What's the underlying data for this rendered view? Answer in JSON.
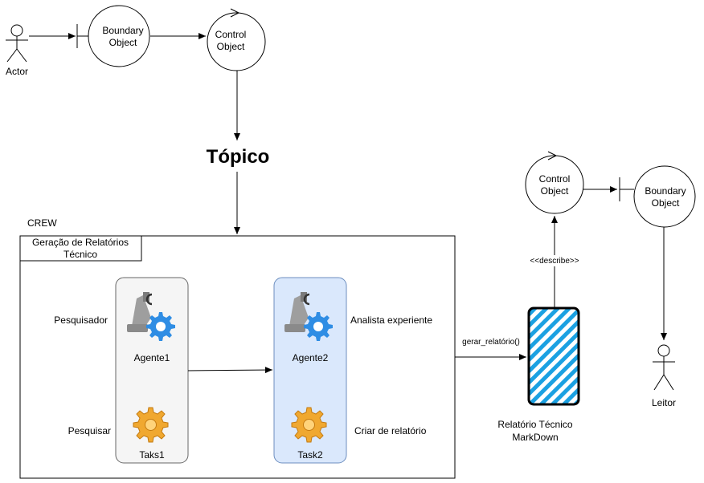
{
  "actor_label": "Actor",
  "boundary_top": {
    "line1": "Boundary",
    "line2": "Object"
  },
  "control_top": {
    "line1": "Control",
    "line2": "Object"
  },
  "topic_label": "Tópico",
  "crew_label": "CREW",
  "crew_title": {
    "line1": "Geração de Relatórios",
    "line2": "Técnico"
  },
  "agents": [
    {
      "name": "Agente1",
      "role": "Pesquisador",
      "task_name": "Taks1",
      "task_action": "Pesquisar"
    },
    {
      "name": "Agente2",
      "role": "Analista experiente",
      "task_name": "Task2",
      "task_action": "Criar de relatório"
    }
  ],
  "edge_label_gerar": "gerar_relatório()",
  "report_label": {
    "line1": "Relatório Técnico",
    "line2": "MarkDown"
  },
  "edge_label_describe": "<<describe>>",
  "control_right": {
    "line1": "Control",
    "line2": "Object"
  },
  "boundary_right": {
    "line1": "Boundary",
    "line2": "Object"
  },
  "reader_label": "Leitor",
  "colors": {
    "agent1_fill": "#f5f5f5",
    "agent2_fill": "#dae8fc",
    "agent2_stroke": "#6c8ebf",
    "report_hatch": "#1ba1e2",
    "gear_blue": "#2f8de4",
    "gear_gold": "#f0a830"
  }
}
